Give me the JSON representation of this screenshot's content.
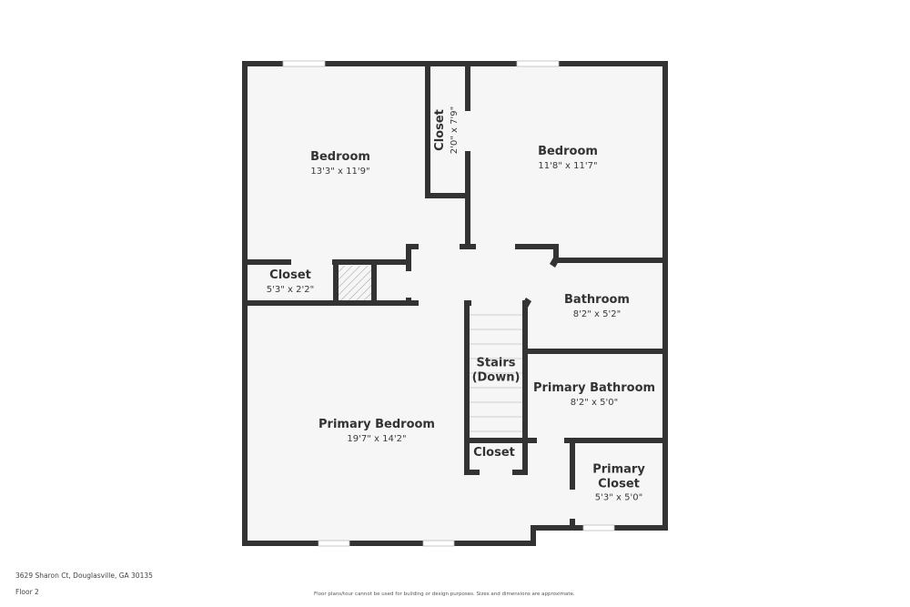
{
  "colors": {
    "wall": "#333333",
    "floor": "#f6f6f6",
    "background": "#ffffff",
    "window": "#ffffff",
    "stair_line": "#cfcfcf"
  },
  "rooms": {
    "bedroom_left": {
      "name": "Bedroom",
      "dim": "13'3\" x 11'9\""
    },
    "closet_top": {
      "name": "Closet",
      "dim": "2'0\" x 7'9\""
    },
    "bedroom_right": {
      "name": "Bedroom",
      "dim": "11'8\" x 11'7\""
    },
    "closet_left": {
      "name": "Closet",
      "dim": "5'3\" x 2'2\""
    },
    "bathroom": {
      "name": "Bathroom",
      "dim": "8'2\" x 5'2\""
    },
    "stairs": {
      "name": "Stairs",
      "dim": "(Down)"
    },
    "primary_bathroom": {
      "name": "Primary Bathroom",
      "dim": "8'2\" x 5'0\""
    },
    "primary_bedroom": {
      "name": "Primary Bedroom",
      "dim": "19'7\" x 14'2\""
    },
    "closet_stairs": {
      "name": "Closet"
    },
    "primary_closet": {
      "name": "Primary\nCloset",
      "name_line1": "Primary",
      "name_line2": "Closet",
      "dim": "5'3\" x 5'0\""
    }
  },
  "footer": {
    "address": "3629 Sharon Ct, Douglasville, GA 30135",
    "floor": "Floor 2",
    "disclaimer": "Floor plans/tour cannot be used for building or design purposes. Sizes and dimensions are approximate."
  }
}
